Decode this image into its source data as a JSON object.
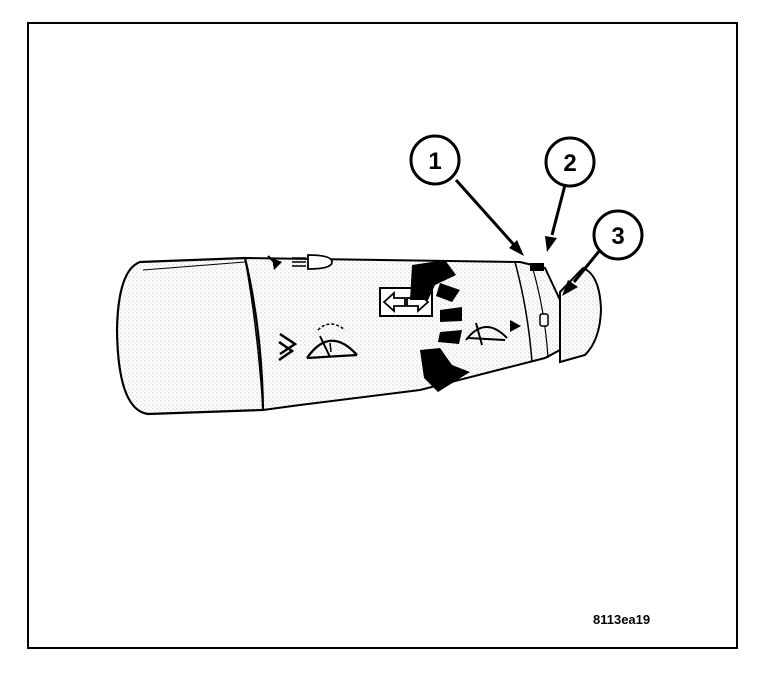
{
  "figure": {
    "reference_code": "8113ea19",
    "colors": {
      "line": "#000000",
      "background": "#ffffff",
      "stipple": "#9a9a9a"
    },
    "callouts": [
      {
        "number": "1"
      },
      {
        "number": "2"
      },
      {
        "number": "3"
      }
    ],
    "icons": [
      "headlamp-high-beam-icon",
      "turn-signal-arrows-icon",
      "wiper-icon",
      "washer-wiper-icon",
      "mist-chevron-icon"
    ]
  }
}
